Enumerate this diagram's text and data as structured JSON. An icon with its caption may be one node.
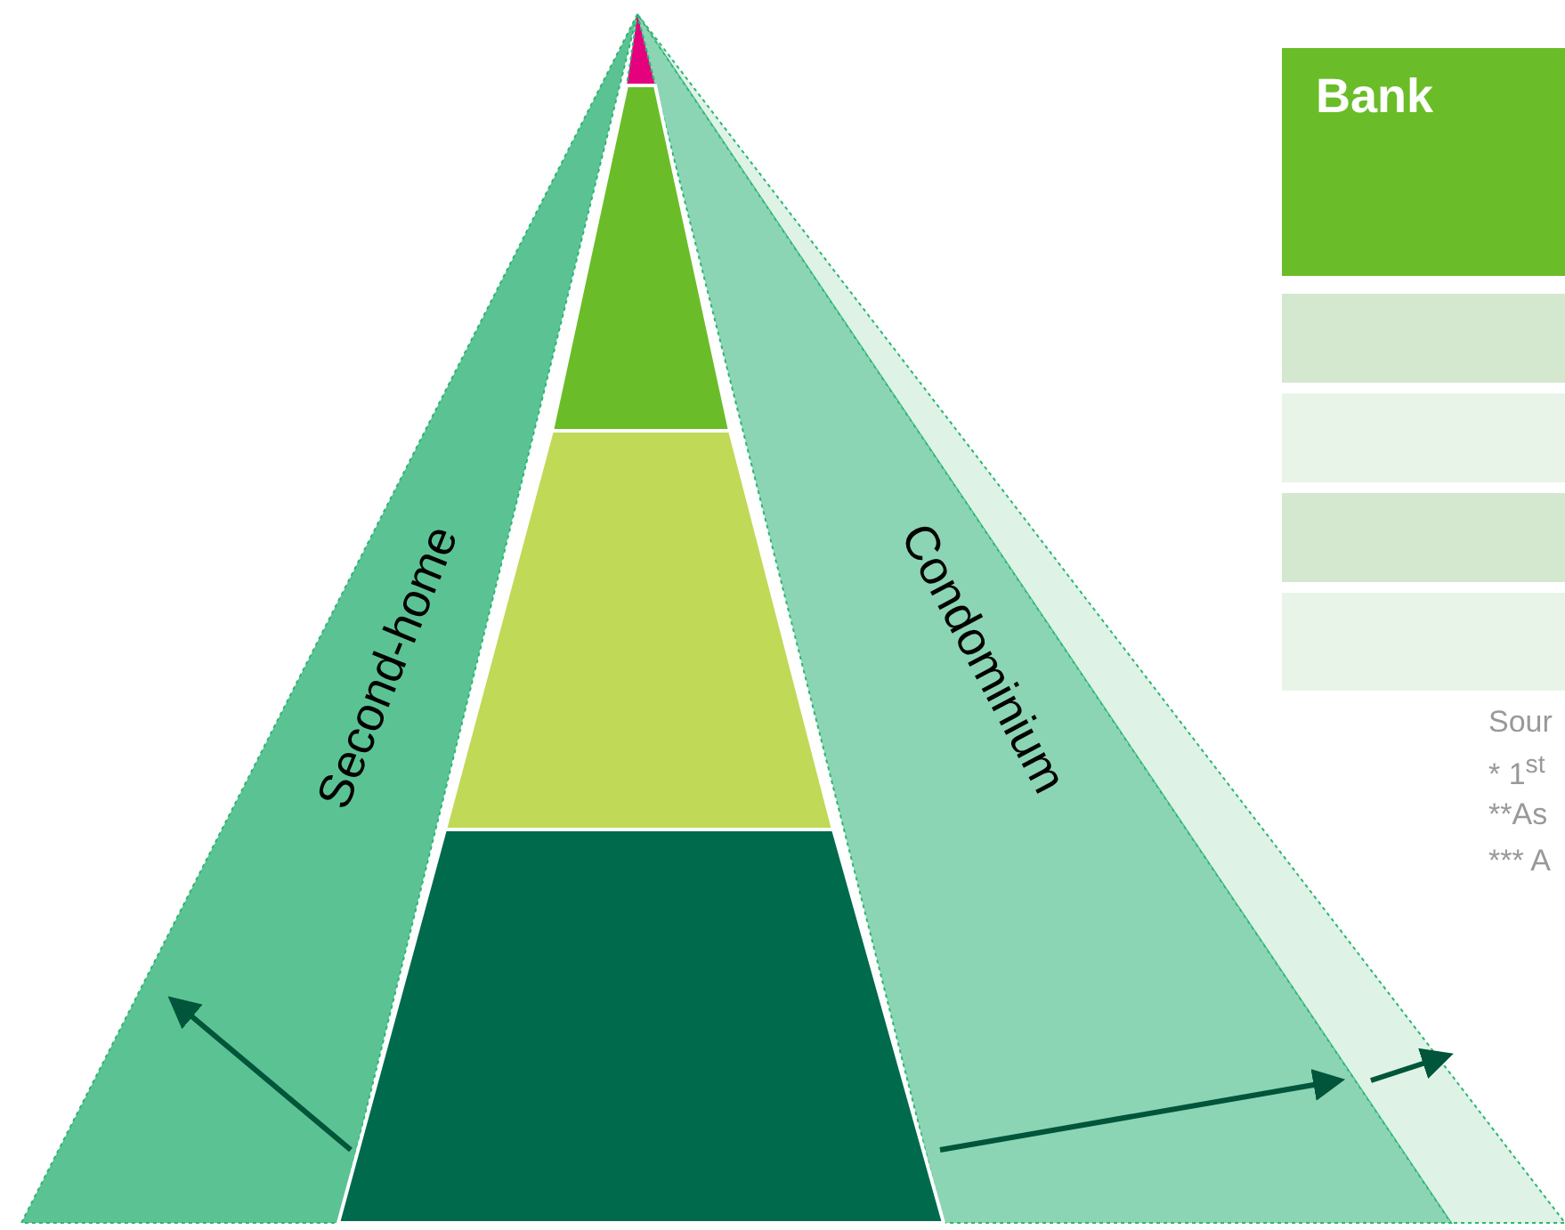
{
  "diagram": {
    "nodes": [
      {
        "text": [
          "Second-home"
        ]
      },
      {
        "text": [],
        "shape": "triangle"
      },
      {
        "text": [],
        "shape": "trapezoid"
      },
      {
        "text": [],
        "shape": "trapezoid"
      },
      {
        "text": [],
        "shape": "trapezoid"
      },
      {
        "text": [
          "Condominium"
        ]
      },
      {
        "text": [],
        "shape": "triangle"
      }
    ],
    "labels": [
      "Bank",
      "Sour",
      "* 1$^{st}$",
      "**As",
      "*** A"
    ]
  }
}
